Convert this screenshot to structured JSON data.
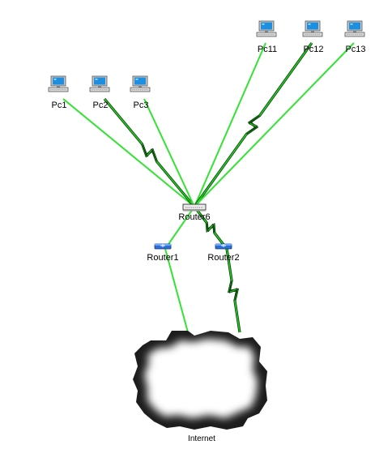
{
  "network": {
    "colors": {
      "link": "#33e333",
      "serial_fill": "#22cc22",
      "serial_stroke": "#0b3d0b",
      "pc_screen": "#1e8fe0",
      "router_blue": "#2a6fd6",
      "cloud_edge": "#222222"
    },
    "nodes": {
      "pc1": {
        "label": "Pc1",
        "type": "pc",
        "icon": "computer-icon"
      },
      "pc2": {
        "label": "Pc2",
        "type": "pc",
        "icon": "computer-icon"
      },
      "pc3": {
        "label": "Pc3",
        "type": "pc",
        "icon": "computer-icon"
      },
      "pc11": {
        "label": "Pc11",
        "type": "pc",
        "icon": "computer-icon"
      },
      "pc12": {
        "label": "Pc12",
        "type": "pc",
        "icon": "computer-icon"
      },
      "pc13": {
        "label": "Pc13",
        "type": "pc",
        "icon": "computer-icon"
      },
      "router6": {
        "label": "Router6",
        "type": "switch",
        "icon": "hub-icon"
      },
      "router1": {
        "label": "Router1",
        "type": "router",
        "icon": "router-icon"
      },
      "router2": {
        "label": "Router2",
        "type": "router",
        "icon": "router-icon"
      },
      "internet": {
        "label": "Internet",
        "type": "cloud",
        "icon": "cloud-icon"
      }
    },
    "links": [
      {
        "from": "pc1",
        "to": "router6",
        "kind": "ethernet"
      },
      {
        "from": "pc2",
        "to": "router6",
        "kind": "serial"
      },
      {
        "from": "pc3",
        "to": "router6",
        "kind": "ethernet"
      },
      {
        "from": "pc11",
        "to": "router6",
        "kind": "ethernet"
      },
      {
        "from": "pc12",
        "to": "router6",
        "kind": "serial"
      },
      {
        "from": "pc13",
        "to": "router6",
        "kind": "ethernet"
      },
      {
        "from": "router6",
        "to": "router1",
        "kind": "ethernet"
      },
      {
        "from": "router6",
        "to": "router2",
        "kind": "serial"
      },
      {
        "from": "router1",
        "to": "internet",
        "kind": "ethernet"
      },
      {
        "from": "router2",
        "to": "internet",
        "kind": "serial"
      }
    ]
  }
}
